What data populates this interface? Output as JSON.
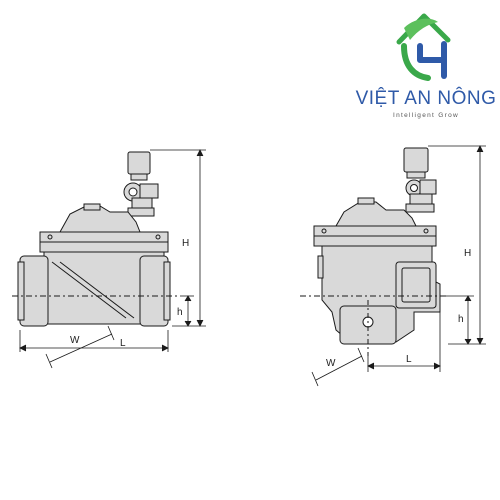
{
  "brand": {
    "name": "VIỆT AN NÔNG",
    "tagline": "Intelligent Grow",
    "name_color": "#2f5aa8",
    "green": "#3aa84a",
    "blue": "#2f5aa8"
  },
  "dimension_labels": {
    "height": "H",
    "offset": "h",
    "width": "W",
    "length": "L"
  },
  "colors": {
    "body_fill": "#d9d9d9",
    "line": "#1a1a1a",
    "background": "#ffffff"
  }
}
